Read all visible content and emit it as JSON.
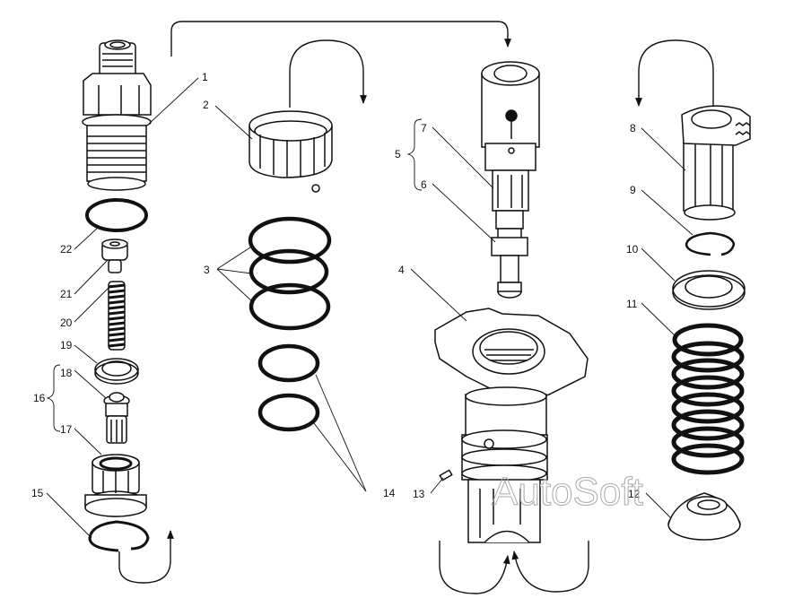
{
  "diagram": {
    "type": "exploded-parts-view",
    "subject": "fuel injection pump element assembly",
    "watermark": "AutoSoft",
    "callouts": [
      {
        "id": "1",
        "text": "1",
        "part": "delivery-valve-holder"
      },
      {
        "id": "2",
        "text": "2",
        "part": "sleeve"
      },
      {
        "id": "3",
        "text": "3",
        "part": "o-rings-large"
      },
      {
        "id": "4",
        "text": "4",
        "part": "barrel-flange"
      },
      {
        "id": "5",
        "text": "5",
        "part": "plunger-and-barrel-assembly"
      },
      {
        "id": "6",
        "text": "6",
        "part": "plunger"
      },
      {
        "id": "7",
        "text": "7",
        "part": "barrel"
      },
      {
        "id": "8",
        "text": "8",
        "part": "control-sleeve-gear"
      },
      {
        "id": "9",
        "text": "9",
        "part": "snap-ring"
      },
      {
        "id": "10",
        "text": "10",
        "part": "washer"
      },
      {
        "id": "11",
        "text": "11",
        "part": "plunger-spring"
      },
      {
        "id": "12",
        "text": "12",
        "part": "spring-seat"
      },
      {
        "id": "13",
        "text": "13",
        "part": "pin"
      },
      {
        "id": "14",
        "text": "14",
        "part": "o-rings-small"
      },
      {
        "id": "15",
        "text": "15",
        "part": "retaining-ring"
      },
      {
        "id": "16",
        "text": "16",
        "part": "delivery-valve-assembly"
      },
      {
        "id": "17",
        "text": "17",
        "part": "valve-seat"
      },
      {
        "id": "18",
        "text": "18",
        "part": "delivery-valve"
      },
      {
        "id": "19",
        "text": "19",
        "part": "gasket"
      },
      {
        "id": "20",
        "text": "20",
        "part": "valve-spring"
      },
      {
        "id": "21",
        "text": "21",
        "part": "volume-reducer"
      },
      {
        "id": "22",
        "text": "22",
        "part": "o-ring"
      }
    ]
  }
}
